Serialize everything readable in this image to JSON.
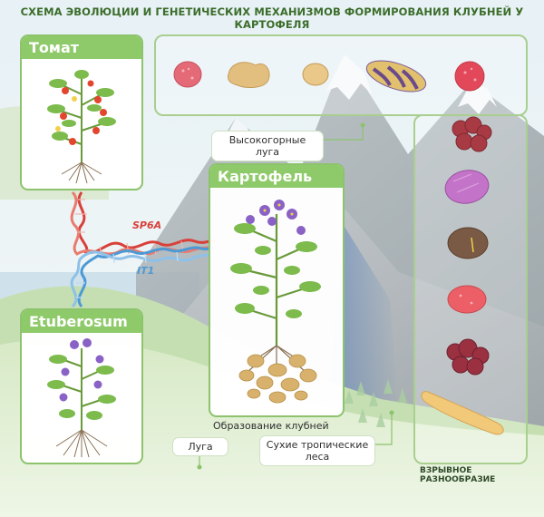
{
  "title": "СХЕМА ЭВОЛЮЦИИ И ГЕНЕТИЧЕСКИХ МЕХАНИЗМОВ ФОРМИРОВАНИЯ КЛУБНЕЙ У КАРТОФЕЛЯ",
  "cards": {
    "tomato": "Томат",
    "potato": "Картофель",
    "etuberosum": "Etuberosum"
  },
  "genes": {
    "sp6a": "SP6A",
    "it1": "IT1"
  },
  "habitats": {
    "highland": "Высокогорные луга",
    "meadows": "Луга",
    "forests": "Сухие тропические леса"
  },
  "caption_tuber": "Образование клубней",
  "caption_diversity": "ВЗРЫВНОЕ РАЗНООБРАЗИЕ",
  "colors": {
    "accent_green": "#8fca6a",
    "title_green": "#3c6d2a",
    "gene_red": "#d9403a",
    "gene_blue": "#4b9ad6"
  }
}
